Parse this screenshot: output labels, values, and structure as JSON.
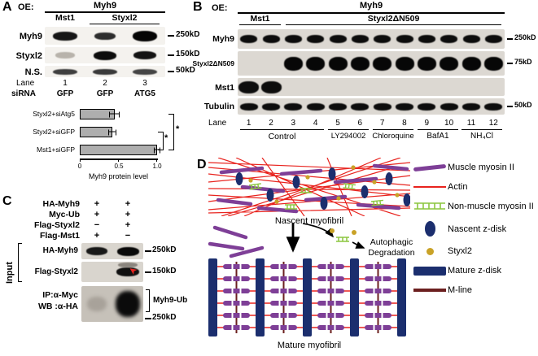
{
  "panelA": {
    "label": "A",
    "oe_label": "OE:",
    "oe_gene": "Myh9",
    "group1": "Mst1",
    "group2": "Styxl2",
    "rows": {
      "r1": "Myh9",
      "r2": "Styxl2",
      "r3": "N.S."
    },
    "markers": {
      "m1": "250kD",
      "m2": "150kD",
      "m3": "50kD"
    },
    "lane_label": "Lane",
    "lanes": [
      "1",
      "2",
      "3"
    ],
    "sirna_label": "siRNA",
    "sirna": [
      "GFP",
      "GFP",
      "ATG5"
    ]
  },
  "chart_data": {
    "type": "bar",
    "orientation": "horizontal",
    "categories": [
      "Styxl2+siAtg5",
      "Styxl2+siGFP",
      "Mst1+siGFP"
    ],
    "values": [
      0.45,
      0.42,
      1.0
    ],
    "errors": [
      0.07,
      0.05,
      0.04
    ],
    "xlabel": "Myh9 protein level",
    "xlim": [
      0,
      1.0
    ],
    "xticks": [
      "0",
      "0.5",
      "1.0"
    ],
    "bar_color": "#aeaeae",
    "grid": false,
    "significance": [
      {
        "pair": [
          "Styxl2+siAtg5",
          "Mst1+siGFP"
        ],
        "label": "*"
      },
      {
        "pair": [
          "Styxl2+siGFP",
          "Mst1+siGFP"
        ],
        "label": "*"
      }
    ]
  },
  "panelB": {
    "label": "B",
    "oe_label": "OE:",
    "oe_gene": "Myh9",
    "group1": "Mst1",
    "group2": "Styxl2ΔN509",
    "rows": {
      "r1": "Myh9",
      "r2": "Styxl2ΔN509",
      "r3": "Mst1",
      "r4": "Tubulin"
    },
    "markers": {
      "m1": "250kD",
      "m2": "75kD",
      "m3": "50kD"
    },
    "lane_label": "Lane",
    "lanes": [
      "1",
      "2",
      "3",
      "4",
      "5",
      "6",
      "7",
      "8",
      "9",
      "10",
      "11",
      "12"
    ],
    "treatments": [
      "Control",
      "LY294002",
      "Chloroquine",
      "BafA1",
      "NH₄Cl"
    ]
  },
  "panelC": {
    "label": "C",
    "conditions": [
      {
        "name": "HA-Myh9",
        "lane1": "+",
        "lane2": "+"
      },
      {
        "name": "Myc-Ub",
        "lane1": "+",
        "lane2": "+"
      },
      {
        "name": "Flag-Styxl2",
        "lane1": "−",
        "lane2": "+"
      },
      {
        "name": "Flag-Mst1",
        "lane1": "+",
        "lane2": "−"
      }
    ],
    "input_label": "Input",
    "blot1_label": "HA-Myh9",
    "blot2_label": "Flag-Styxl2",
    "ip_line1": "IP:α-Myc",
    "ip_line2": "WB :α-HA",
    "ip_band_label": "Myh9-Ub",
    "markers": {
      "m1": "250kD",
      "m2": "150kD",
      "m3": "250kD"
    }
  },
  "panelD": {
    "label": "D",
    "nascent_label": "Nascent myofibril",
    "mature_label": "Mature myofibril",
    "degradation_line1": "Autophagic",
    "degradation_line2": "Degradation",
    "colors": {
      "muscle_myosin": "#7e3f97",
      "actin": "#e8231e",
      "non_muscle_myosin": "#8cc63f",
      "z_disk": "#1b2e6e",
      "styxl2": "#c9a227",
      "m_line": "#6b1f1f"
    },
    "legend": [
      {
        "name": "Muscle myosin II"
      },
      {
        "name": "Actin"
      },
      {
        "name": "Non-muscle myosin II"
      },
      {
        "name": "Nascent z-disk"
      },
      {
        "name": "Styxl2"
      },
      {
        "name": "Mature z-disk"
      },
      {
        "name": "M-line"
      }
    ]
  }
}
